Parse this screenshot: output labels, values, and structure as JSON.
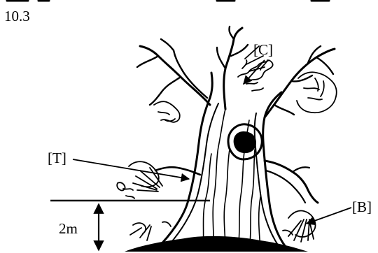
{
  "section": {
    "number": "10.3"
  },
  "diagram": {
    "labels": {
      "c": "[C]",
      "t": "[T]",
      "b": "[B]",
      "height": "2m"
    }
  }
}
